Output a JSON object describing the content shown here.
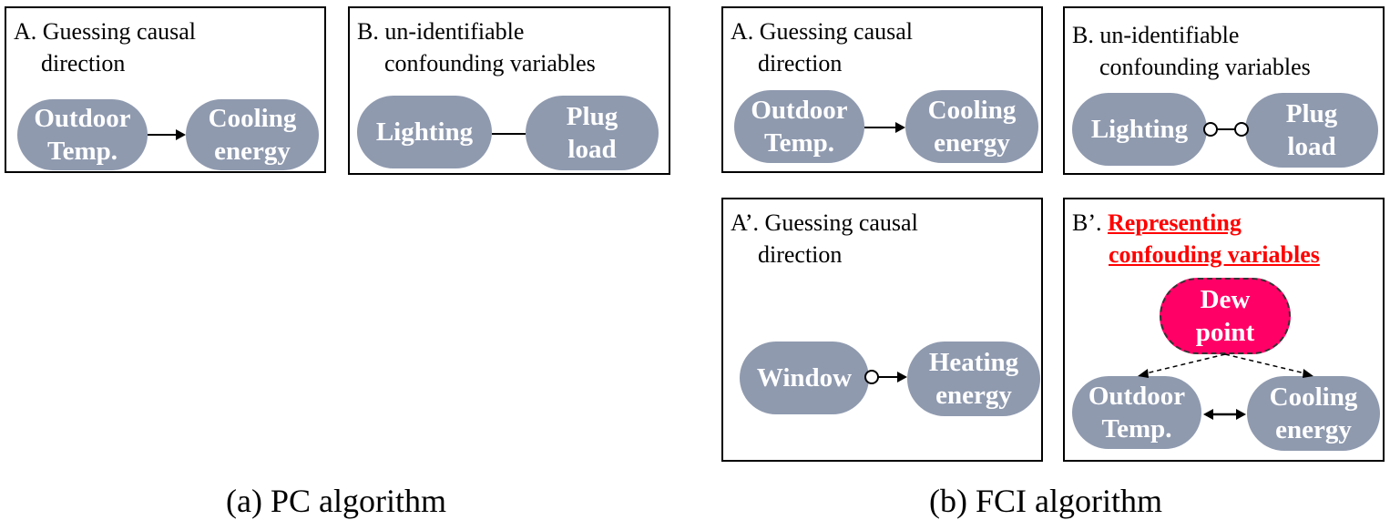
{
  "colors": {
    "node": "#8f9aaf",
    "latent_node": "#ff0066",
    "highlight": "#ff0000"
  },
  "left": {
    "caption": "(a) PC algorithm",
    "panel_a": {
      "title_line1": "A. Guessing causal",
      "title_line2": "direction",
      "node1": [
        "Outdoor",
        "Temp."
      ],
      "node2": [
        "Cooling",
        "energy"
      ]
    },
    "panel_b": {
      "title_line1": "B. un-identifiable",
      "title_line2": "confounding variables",
      "node1": [
        "Lighting"
      ],
      "node2": [
        "Plug",
        "load"
      ]
    }
  },
  "right": {
    "caption": "(b) FCI algorithm",
    "panel_a": {
      "title_line1": "A. Guessing causal",
      "title_line2": "direction",
      "node1": [
        "Outdoor",
        "Temp."
      ],
      "node2": [
        "Cooling",
        "energy"
      ]
    },
    "panel_b": {
      "title_line1": "B. un-identifiable",
      "title_line2": "confounding variables",
      "node1": [
        "Lighting"
      ],
      "node2": [
        "Plug",
        "load"
      ]
    },
    "panel_a2": {
      "title_line1": "A’. Guessing causal",
      "title_line2": "direction",
      "node1": [
        "Window"
      ],
      "node2": [
        "Heating",
        "energy"
      ]
    },
    "panel_b2": {
      "title_prefix": "B’. ",
      "title_red1": "Representing",
      "title_red2": "confouding variables",
      "latent": [
        "Dew",
        "point"
      ],
      "node1": [
        "Outdoor",
        "Temp."
      ],
      "node2": [
        "Cooling",
        "energy"
      ]
    }
  }
}
